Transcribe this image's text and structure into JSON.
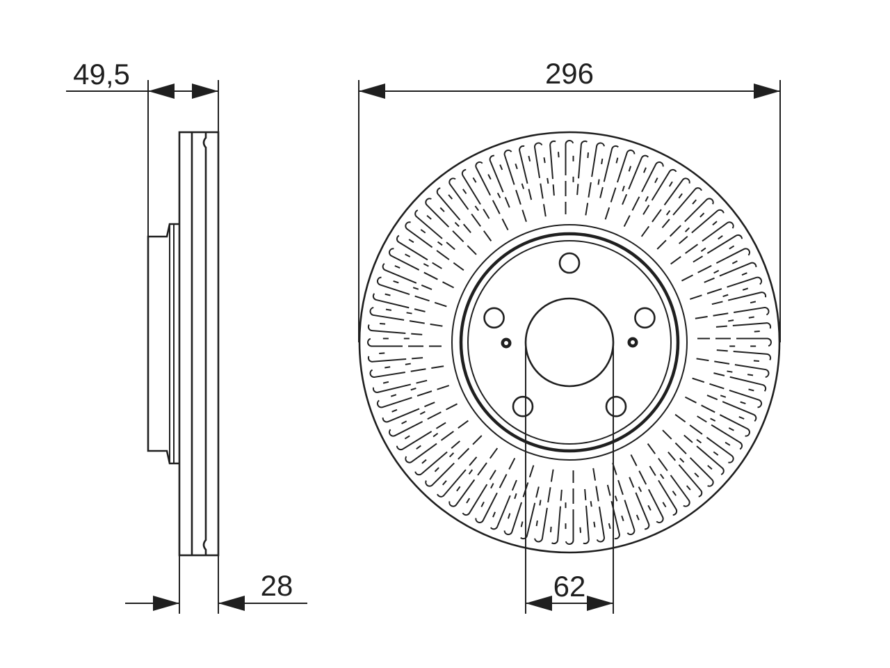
{
  "diagram": {
    "dimensions": {
      "hub_height": "49,5",
      "outer_diameter": "296",
      "thickness": "28",
      "center_bore": "62"
    },
    "bolt_holes": 5,
    "cooling_slots": 80
  }
}
